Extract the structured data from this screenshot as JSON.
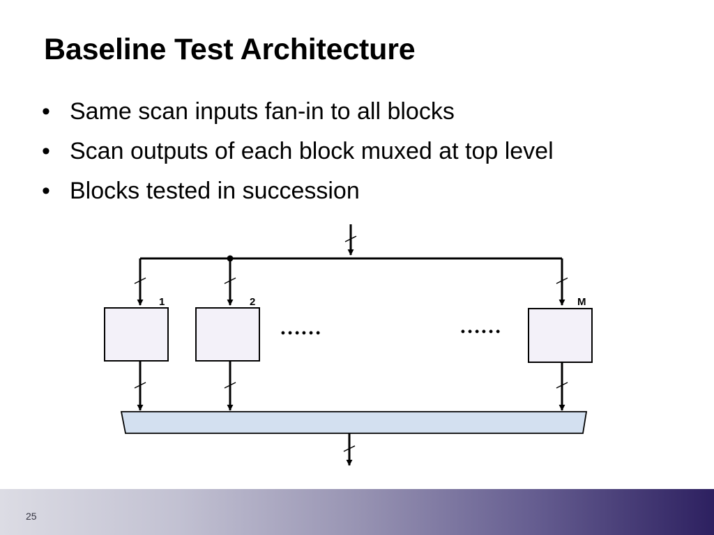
{
  "slide": {
    "title": "Baseline Test Architecture",
    "bullets": [
      "Same scan inputs fan-in to all blocks",
      "Scan outputs of each block muxed at top level",
      "Blocks tested in succession"
    ],
    "page_number": "25"
  },
  "diagram": {
    "block_labels": [
      "1",
      "2",
      "M"
    ],
    "ellipsis": "……",
    "colors": {
      "block_fill": "#f3f1f9",
      "mux_fill": "#d3e0f0",
      "line": "#000000"
    }
  }
}
